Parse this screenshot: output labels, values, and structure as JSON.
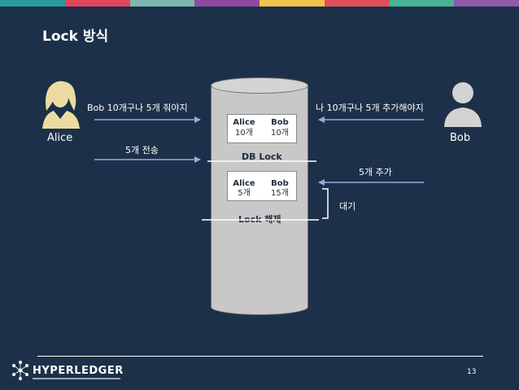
{
  "colors": {
    "background": "#1c3149",
    "arrow": "#8fb0d6",
    "cylinder": "#c8c8c8",
    "top_strip": [
      "#2b9aa0",
      "#e0475a",
      "#7fb8b0",
      "#8f4aa0",
      "#f0c34a",
      "#e0505a",
      "#49b394",
      "#8e5aa6"
    ]
  },
  "slide": {
    "title": "Lock 방식",
    "page_number": "13"
  },
  "people": {
    "alice": {
      "name": "Alice",
      "icon": "female-user-icon"
    },
    "bob": {
      "name": "Bob",
      "icon": "male-user-icon"
    }
  },
  "messages": {
    "alice_request": "Bob 10개구나 5개 줘야지",
    "bob_request": "나 10개구나 5개 추가해야지",
    "alice_send": "5개 전송",
    "bob_add": "5개 추가",
    "wait": "대기"
  },
  "db": {
    "before": {
      "headers": [
        "Alice",
        "Bob"
      ],
      "values": [
        "10개",
        "10개"
      ]
    },
    "lock_label": "DB Lock",
    "after": {
      "headers": [
        "Alice",
        "Bob"
      ],
      "values": [
        "5개",
        "15개"
      ]
    },
    "unlock_label": "Lock 해제"
  },
  "footer": {
    "logo": "HYPERLEDGER"
  }
}
